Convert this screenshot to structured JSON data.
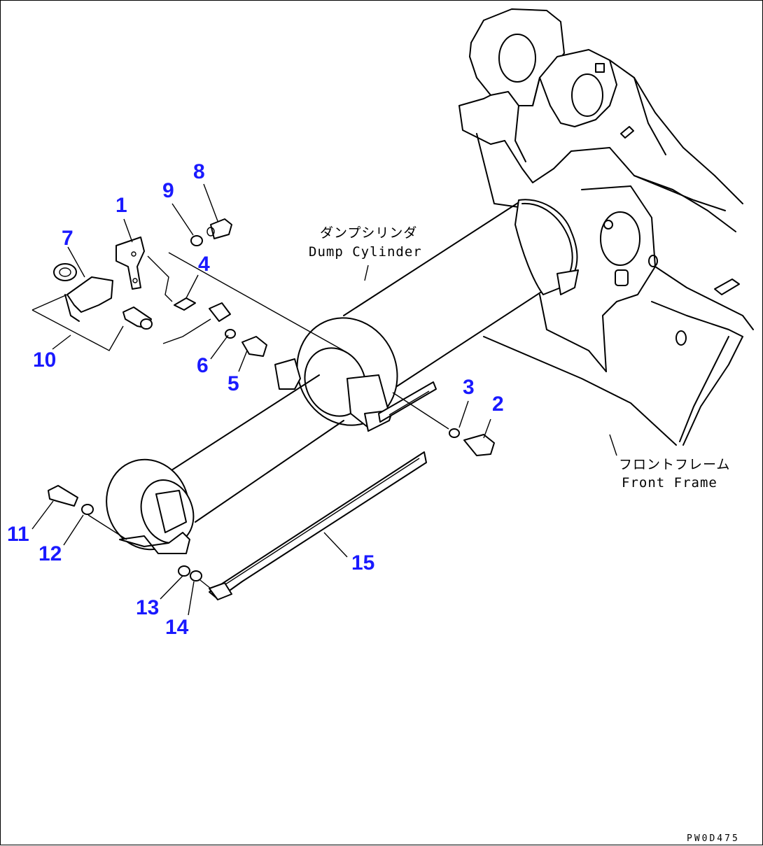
{
  "diagram": {
    "callouts": [
      {
        "id": "1",
        "text": "1"
      },
      {
        "id": "2",
        "text": "2"
      },
      {
        "id": "3",
        "text": "3"
      },
      {
        "id": "4",
        "text": "4"
      },
      {
        "id": "5",
        "text": "5"
      },
      {
        "id": "6",
        "text": "6"
      },
      {
        "id": "7",
        "text": "7"
      },
      {
        "id": "8",
        "text": "8"
      },
      {
        "id": "9",
        "text": "9"
      },
      {
        "id": "10",
        "text": "10"
      },
      {
        "id": "11",
        "text": "11"
      },
      {
        "id": "12",
        "text": "12"
      },
      {
        "id": "13",
        "text": "13"
      },
      {
        "id": "14",
        "text": "14"
      },
      {
        "id": "15",
        "text": "15"
      }
    ],
    "labels": {
      "dump_cylinder_jp": "ダンプシリンダ",
      "dump_cylinder_en": "Dump Cylinder",
      "front_frame_jp": "フロントフレーム",
      "front_frame_en": "Front Frame"
    },
    "drawing_code": "PW0D475",
    "colors": {
      "callout": "#1a1aff",
      "line": "#000000",
      "background": "#ffffff"
    }
  }
}
